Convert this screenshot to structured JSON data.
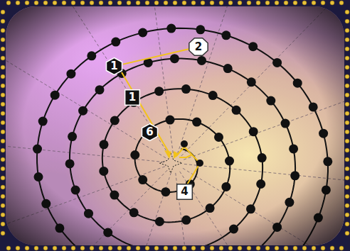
{
  "diagram": {
    "nodes": [
      {
        "text": [
          "1"
        ]
      },
      {
        "text": [
          "2"
        ]
      },
      {
        "text": [
          "1"
        ]
      },
      {
        "text": [
          "6"
        ]
      },
      {
        "text": [
          "4"
        ]
      }
    ],
    "edges": [
      {
        "from": 0,
        "to": 1,
        "arrow": "none"
      }
    ]
  }
}
